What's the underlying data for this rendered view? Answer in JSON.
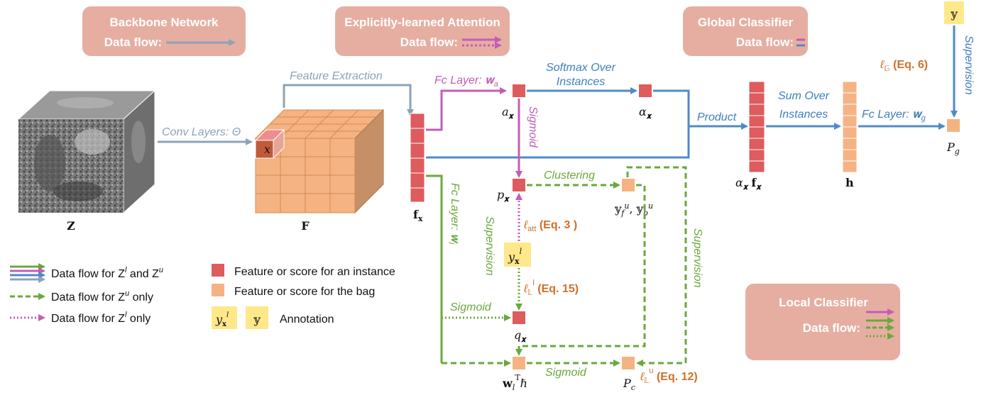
{
  "sections": {
    "backbone": {
      "title": "Backbone Network",
      "flow": "Data flow:"
    },
    "attention": {
      "title": "Explicitly-learned Attention",
      "flow": "Data flow:"
    },
    "global": {
      "title": "Global Classifier",
      "flow": "Data flow:"
    },
    "local": {
      "title": "Local Classifier",
      "flow": "Data flow:"
    }
  },
  "edges": {
    "conv": "Conv Layers: Θ",
    "feature_extraction": "Feature Extraction",
    "fc_wa": "Fc Layer: 𝐰",
    "fc_wa_sub": "a",
    "softmax1": "Softmax Over",
    "softmax2": "Instances",
    "product": "Product",
    "sum1": "Sum Over",
    "sum2": "Instances",
    "fc_wg": "Fc Layer: 𝐰",
    "fc_wg_sub": "g",
    "supervision_top": "Supervision",
    "sigmoid_vertical": "Sigmoid",
    "clustering": "Clustering",
    "supervision_mid": "Supervision",
    "supervision_right": "Supervision",
    "fc_wl": "Fc Layer: 𝐰",
    "fc_wl_sub": "l",
    "sigmoid_left": "Sigmoid",
    "sigmoid_bottom": "Sigmoid"
  },
  "losses": {
    "global": "ℓ",
    "global_sub": "𝔾",
    "global_eq": " (Eq. 6)",
    "att": "ℓ",
    "att_sub": "att",
    "att_eq": " (Eq. 3 )",
    "l15": "ℓ",
    "l15_sub": "𝕃",
    "l15_sup": "l",
    "l15_eq": " (Eq. 15)",
    "l12": "ℓ",
    "l12_sub": "𝕃",
    "l12_sup": "u",
    "l12_eq": " (Eq. 12)"
  },
  "nodes": {
    "Z": "𝐙",
    "F": "𝐅",
    "x": "x",
    "fx": "𝐟",
    "fx_sub": "𝐱",
    "ax": "a",
    "ax_sub": "𝐱",
    "alphax": "α",
    "alphax_sub": "𝐱",
    "alphafx": "α",
    "alphafx_sub": "𝐱",
    "alphafx_f": " 𝐟",
    "alphafx_f_sub": "𝐱",
    "h": "𝐡",
    "Pg": "P",
    "Pg_sub": "g",
    "y_top": "𝕪",
    "px": "p",
    "px_sub": "𝐱",
    "yfu": "𝕪",
    "yfu_sub": "f",
    "yfu_sup": "u",
    "ybu": ", 𝕪",
    "ybu_sub": "b",
    "ybu_sup": "u",
    "ylx": "y",
    "ylx_sub": "𝐱",
    "ylx_sup": "l",
    "qx": "q",
    "qx_sub": "𝐱",
    "wlh": "𝐰",
    "wlh_sub": "l",
    "wlh_sup": "T",
    "wlh_h": "ℏ",
    "Pc": "P",
    "Pc_sub": "c"
  },
  "legend": {
    "both": "Data flow for Z",
    "both_sup1": "l",
    "both_and": " and Z",
    "both_sup2": "u",
    "u_only": "Data flow for Z",
    "u_only_sup": "u",
    "u_only_tail": " only",
    "l_only": "Data flow for Z",
    "l_only_sup": "l",
    "l_only_tail": " only",
    "instance": "Feature or score for an instance",
    "bag": "Feature or score for the bag",
    "annotation": "Annotation",
    "ann_y": "y",
    "ann_y_sub": "𝐱",
    "ann_y_sup": "l",
    "ann_bb": "𝕪"
  },
  "colors": {
    "blue": "#4f8ac9",
    "gray_blue": "#8ca3b8",
    "pink": "#c45cb6",
    "green": "#6aa83c",
    "instance": "#de5b5e",
    "bag": "#f5b384",
    "annotation": "#ffe88a",
    "section": "#e6aea1",
    "loss": "#d0702a"
  }
}
